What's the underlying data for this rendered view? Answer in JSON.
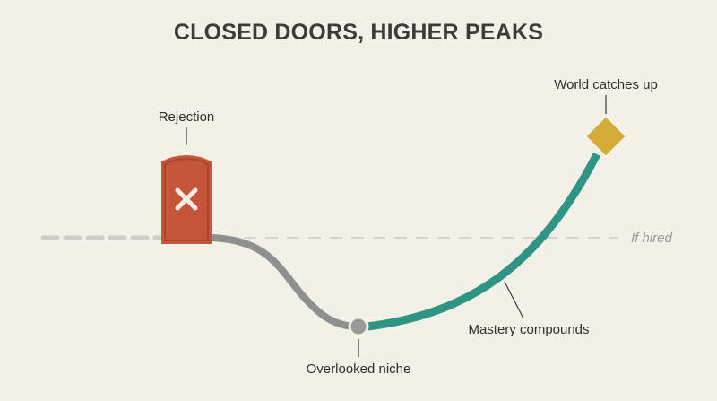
{
  "title": "CLOSED DOORS, HIGHER PEAKS",
  "labels": {
    "rejection": "Rejection",
    "if_hired": "If hired",
    "overlooked_niche": "Overlooked niche",
    "mastery_compounds": "Mastery compounds",
    "world_catches_up": "World catches up"
  },
  "colors": {
    "background": "#f2f0e7",
    "title": "#3c3b39",
    "door": "#c4553b",
    "door_dark": "#a8442d",
    "setback_path": "#8f8f8d",
    "mastery_path": "#2e9483",
    "peak_marker": "#d4ab38",
    "baseline_dash": "#cfcdc6"
  },
  "icons": {
    "door_mark": "close-x-icon",
    "niche_marker": "circle-node-icon",
    "peak_marker": "diamond-icon"
  }
}
